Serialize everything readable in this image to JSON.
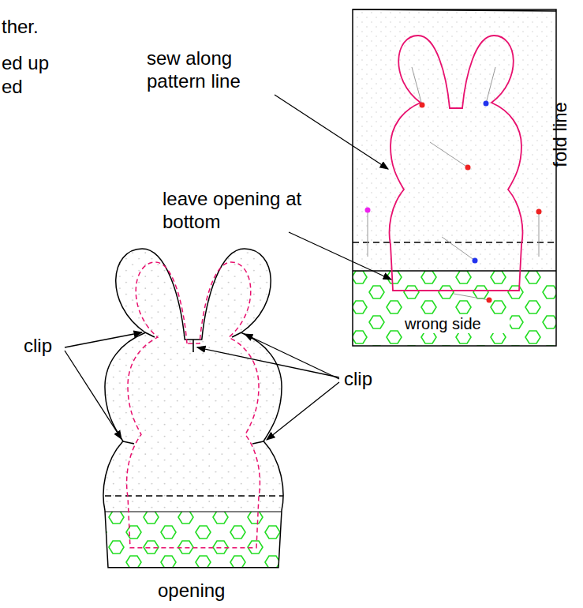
{
  "diagram": {
    "labels": [
      "ther.",
      "ed up",
      "ed",
      "sew along pattern line",
      "leave opening at bottom",
      "wrong side",
      "fold line",
      "clip",
      "clip",
      "opening"
    ]
  }
}
